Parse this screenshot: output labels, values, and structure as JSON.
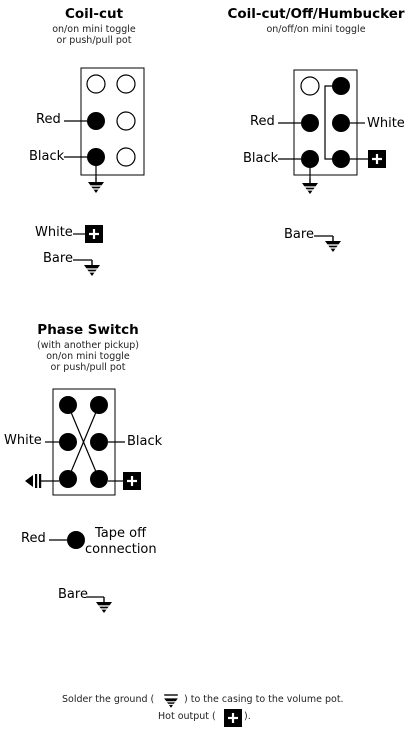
{
  "coil_cut": {
    "title": "Coil-cut",
    "subtitle_line1": "on/on mini toggle",
    "subtitle_line2": "or push/pull pot",
    "labels": {
      "red": "Red",
      "black": "Black",
      "white": "White",
      "bare": "Bare"
    }
  },
  "coil_cut_off_humbucker": {
    "title": "Coil-cut/Off/Humbucker",
    "subtitle": "on/off/on mini toggle",
    "labels": {
      "red": "Red",
      "white": "White",
      "black": "Black",
      "bare": "Bare"
    }
  },
  "phase_switch": {
    "title": "Phase Switch",
    "subtitle_line1": "(with another pickup)",
    "subtitle_line2": "on/on mini toggle",
    "subtitle_line3": "or push/pull pot",
    "labels": {
      "white": "White",
      "black": "Black",
      "red": "Red",
      "tape_line1": "Tape off",
      "tape_line2": "connection",
      "bare": "Bare"
    }
  },
  "footer": {
    "line1_before": "Solder the ground (",
    "line1_after": ") to the casing to the volume pot.",
    "line2_before": "Hot output (",
    "line2_after": ")."
  },
  "icons": {
    "ground": "ground-icon",
    "hot": "hot-output-plus-icon",
    "output_jack": "output-arrow-icon"
  },
  "colors": {
    "ink": "#000000",
    "background": "#ffffff"
  }
}
